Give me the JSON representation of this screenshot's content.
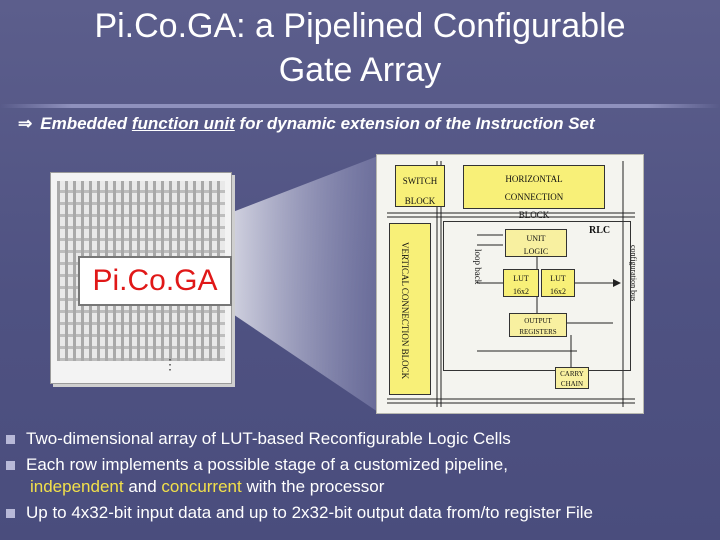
{
  "slide": {
    "title_line1": "Pi.Co.GA: a Pipelined Configurable",
    "title_line2": "Gate Array",
    "subtitle": {
      "arrow": "⇒",
      "pre": "Embedded ",
      "underlined": "function unit",
      "post": " for dynamic extension of the Instruction Set"
    }
  },
  "chip": {
    "label": "Pi.Co.GA",
    "dots": "⋮"
  },
  "diagram": {
    "switch_block": [
      "SWITCH",
      "BLOCK"
    ],
    "horizontal_block": [
      "HORIZONTAL",
      "CONNECTION",
      "BLOCK"
    ],
    "vertical_block": "VERTICAL CONNECTION BLOCK",
    "rlc": "RLC",
    "unit_logic": [
      "UNIT",
      "LOGIC"
    ],
    "lut1": [
      "LUT",
      "16x2"
    ],
    "lut2": [
      "LUT",
      "16x2"
    ],
    "output_registers": [
      "OUTPUT",
      "REGISTERS"
    ],
    "carry_chain": [
      "CARRY",
      "CHAIN"
    ],
    "loop_back": "loop back",
    "configuration_bus": "configuration bus"
  },
  "bullets": [
    {
      "text": "Two-dimensional array of LUT-based Reconfigurable Logic Cells"
    },
    {
      "text": "Each row implements a possible stage of a customized pipeline,",
      "cont_parts": [
        "independent",
        " and ",
        "concurrent",
        " with the processor"
      ]
    },
    {
      "text": "Up to 4x32-bit input data and up to 2x32-bit output data from/to register File"
    }
  ],
  "colors": {
    "background": "#5c5e8c",
    "highlight": "#f2e04a",
    "chip_label": "#e01818",
    "bullet_marker": "#b8b9d8"
  }
}
